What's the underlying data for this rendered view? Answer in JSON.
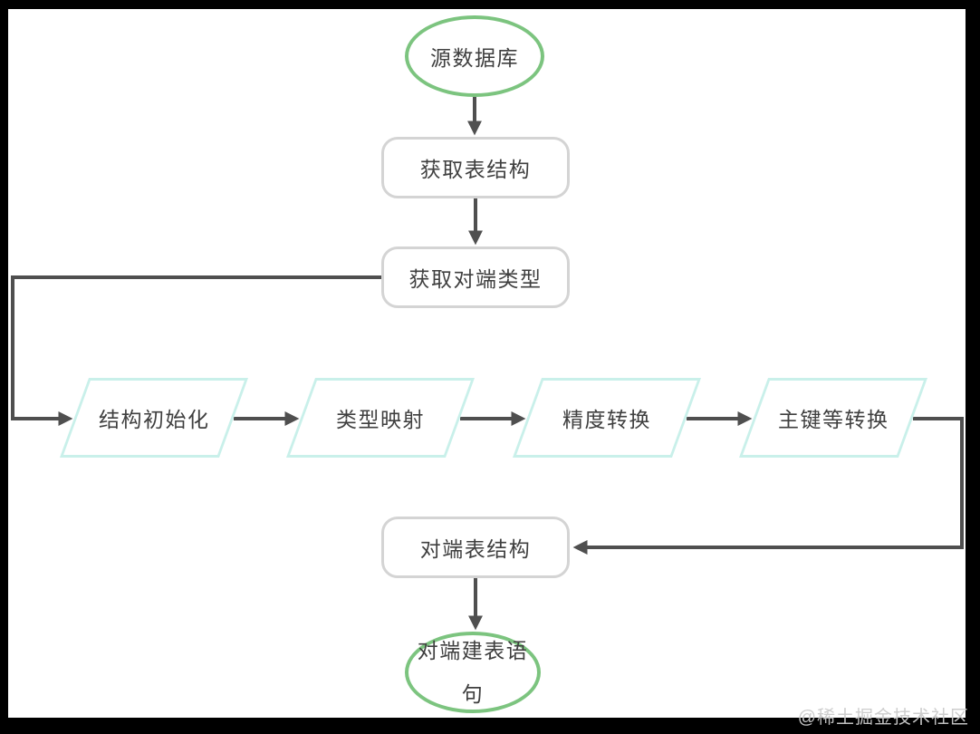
{
  "diagram": {
    "title": "table structure conversion flowchart",
    "nodes": {
      "source_db": {
        "label": "源数据库",
        "shape": "ellipse"
      },
      "get_table_structure": {
        "label": "获取表结构",
        "shape": "rounded-rect"
      },
      "get_peer_type": {
        "label": "获取对端类型",
        "shape": "rounded-rect"
      },
      "struct_init": {
        "label": "结构初始化",
        "shape": "parallelogram"
      },
      "type_mapping": {
        "label": "类型映射",
        "shape": "parallelogram"
      },
      "precision_convert": {
        "label": "精度转换",
        "shape": "parallelogram"
      },
      "primary_key_convert": {
        "label": "主键等转换",
        "shape": "parallelogram"
      },
      "peer_table_structure": {
        "label": "对端表结构",
        "shape": "rounded-rect"
      },
      "peer_create_statement": {
        "label": "对端建表语句",
        "shape": "ellipse"
      }
    },
    "edges": [
      "source_db -> get_table_structure",
      "get_table_structure -> get_peer_type",
      "get_peer_type -> struct_init",
      "struct_init -> type_mapping",
      "type_mapping -> precision_convert",
      "precision_convert -> primary_key_convert",
      "primary_key_convert -> peer_table_structure",
      "peer_table_structure -> peer_create_statement"
    ],
    "colors": {
      "ellipse_border": "#7cc47f",
      "box_border": "#d4d4d4",
      "parallelogram_border": "#c9f0ea",
      "connector": "#4f4f4f",
      "text": "#3f3f3f",
      "frame": "#000000",
      "watermark_text": "#cbcbcb"
    },
    "watermark": "@稀土掘金技术社区"
  }
}
